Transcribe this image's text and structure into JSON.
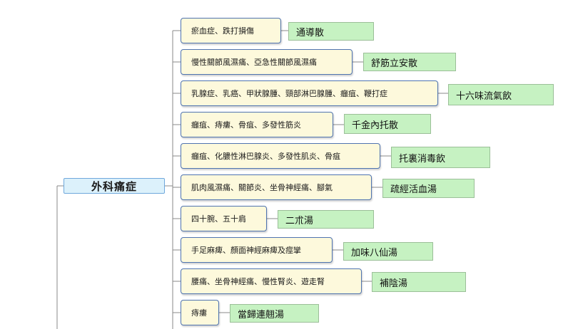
{
  "root": {
    "label": "外科痛症"
  },
  "branches": [
    {
      "condition": "瘀血症、跌打損傷",
      "remedy": "通導散"
    },
    {
      "condition": "慢性關節風濕痛、亞急性關節風濕痛",
      "remedy": "舒筋立安散"
    },
    {
      "condition": "乳腺症、乳癌、甲狀腺腫、頸部淋巴腺腫、癰疽、鞭打症",
      "remedy": "十六味流氣飲"
    },
    {
      "condition": "癰疽、痔瘻、骨疽、多發性筋炎",
      "remedy": "千金內托散"
    },
    {
      "condition": "癰疽、化膿性淋巴腺炎、多發性肌炎、骨疽",
      "remedy": "托裏消毒飲"
    },
    {
      "condition": "肌肉風濕痛、關節炎、坐骨神經痛、腳氣",
      "remedy": "疏經活血湯"
    },
    {
      "condition": "四十腕、五十肩",
      "remedy": "二朮湯"
    },
    {
      "condition": "手足麻痺、顏面神經麻痺及痙攣",
      "remedy": "加味八仙湯"
    },
    {
      "condition": "腰痛、坐骨神經痛、慢性腎炎、遊走腎",
      "remedy": "補陰湯"
    },
    {
      "condition": "痔瘻",
      "remedy": "當歸連翹湯"
    }
  ],
  "colors": {
    "root_fill": "#dcf1fb",
    "condition_fill": "#fdf9dc",
    "condition_border": "#4f74b0",
    "remedy_fill": "#c6f2c2",
    "connector": "#8a8a8a"
  }
}
